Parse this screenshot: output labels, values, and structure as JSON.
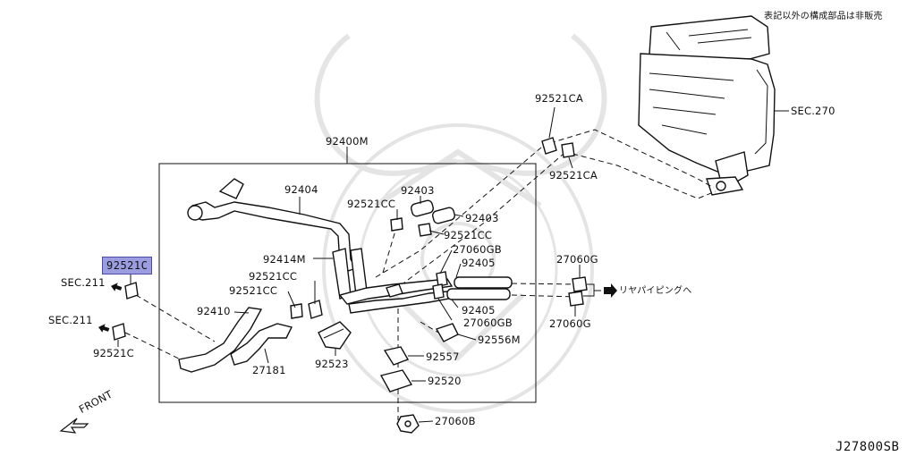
{
  "note_top_right": "表記以外の構成部品は非販売",
  "diagram_code": "J27800SB",
  "direction_label": "FRONT",
  "rear_piping_label": "リヤパイピングへ",
  "labels": {
    "sec270": "SEC.270",
    "p92521CA_top": "92521CA",
    "p92521CA_bottom": "92521CA",
    "p92400M": "92400M",
    "p92404": "92404",
    "p92403_a": "92403",
    "p92403_b": "92403",
    "p92521CC_a": "92521CC",
    "p92521CC_b": "92521CC",
    "p92521CC_c": "92521CC",
    "p92521CC_d": "92521CC",
    "p27060GB_a": "27060GB",
    "p27060GB_b": "27060GB",
    "p92405_a": "92405",
    "p92405_b": "92405",
    "p92414M": "92414M",
    "p92521C_highlight": "92521C",
    "p92521C_bottom": "92521C",
    "sec211_a": "SEC.211",
    "sec211_b": "SEC.211",
    "p92410": "92410",
    "p27181": "27181",
    "p92523": "92523",
    "p92556M": "92556M",
    "p92557": "92557",
    "p92520": "92520",
    "p27060B": "27060B",
    "p27060G_a": "27060G",
    "p27060G_b": "27060G"
  }
}
